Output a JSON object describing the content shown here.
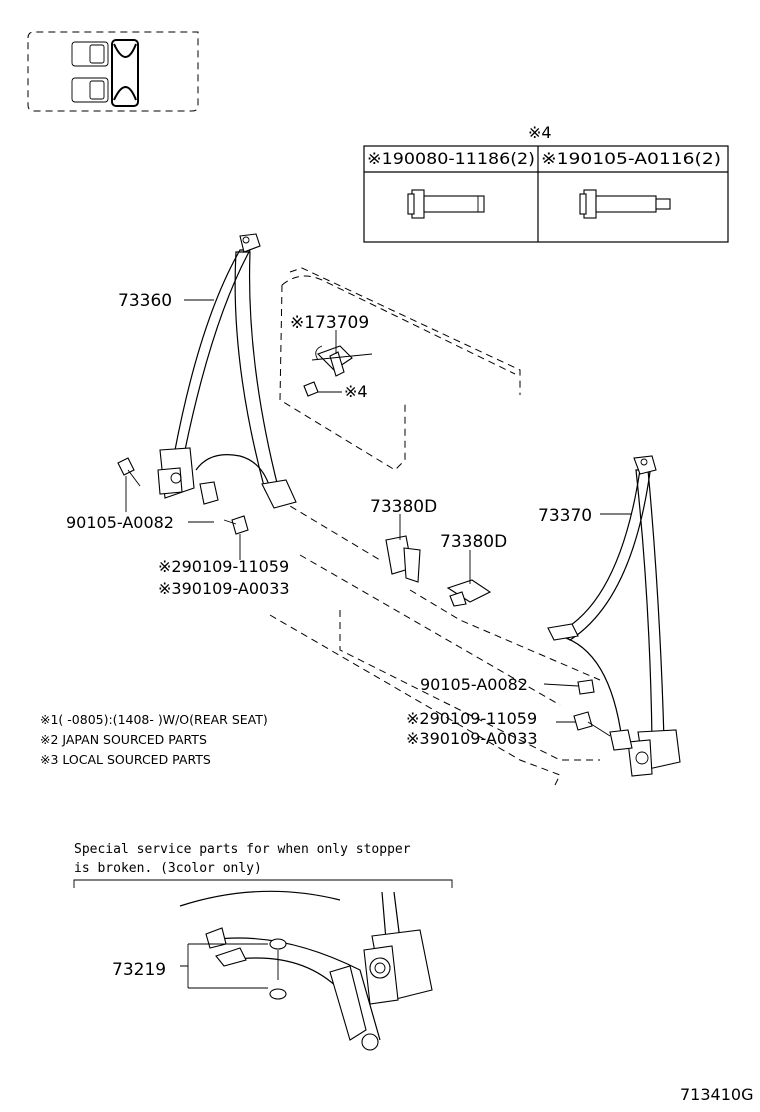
{
  "diagram": {
    "parts": {
      "p73360": "73360",
      "p73709": "※173709",
      "p4_small": "※4",
      "p90105_left": "90105-A0082",
      "p90109_11059_left": "※290109-11059",
      "p90109_a0033_left": "※390109-A0033",
      "p73380d_a": "73380D",
      "p73380d_b": "73380D",
      "p73370": "73370",
      "p90105_right": "90105-A0082",
      "p90109_11059_right": "※290109-11059",
      "p90109_a0033_right": "※390109-A0033",
      "p73219": "73219"
    },
    "table": {
      "title": "※4",
      "col1": "※190080-11186(2)",
      "col2": "※190105-A0116(2)"
    },
    "notes": [
      "※1(     -0805):(1408-       )W/O(REAR SEAT)",
      "※2 JAPAN SOURCED PARTS",
      "※3 LOCAL SOURCED PARTS"
    ],
    "special": {
      "line1": "Special service parts for when only stopper",
      "line2": " is broken. (3color only)"
    },
    "figure_code": "713410G"
  }
}
